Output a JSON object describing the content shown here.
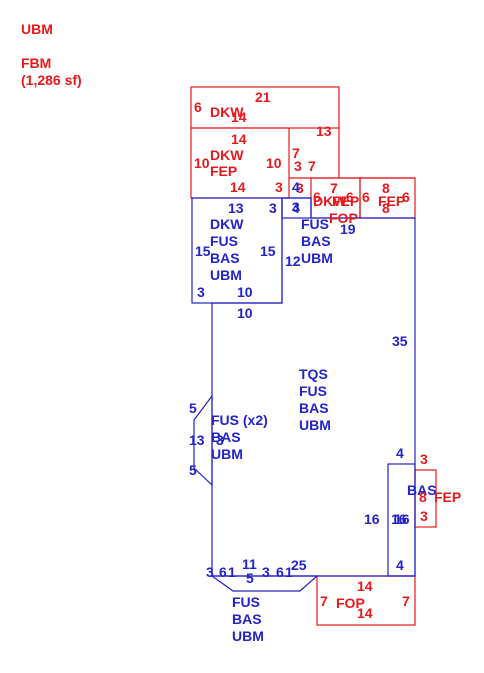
{
  "colors": {
    "red": "#e8191c",
    "blue": "#2323c8"
  },
  "legend": {
    "ubm": "UBM",
    "fbm": "FBM",
    "fbm_area": "(1,286 sf)"
  },
  "areas": {
    "dkw_top": "DKW",
    "dkw_fep": [
      "DKW",
      "FEP"
    ],
    "dkw_fus": [
      "DKW",
      "FUS",
      "BAS",
      "UBM"
    ],
    "dkw_small": "DKW",
    "fep_small": "FEP",
    "fop_small": "FOP",
    "fep_right": "FEP",
    "fus_bas_ubm_top": [
      "FUS",
      "BAS",
      "UBM"
    ],
    "main": [
      "TQS",
      "FUS",
      "BAS",
      "UBM"
    ],
    "bay": [
      "FUS (x2)",
      "BAS",
      "UBM"
    ],
    "bas_right": "BAS",
    "fep_side": "FEP",
    "bottom_bay": [
      "FUS",
      "BAS",
      "UBM"
    ],
    "fop_bottom": "FOP"
  },
  "dims": {
    "red": [
      "6",
      "21",
      "14",
      "13",
      "14",
      "10",
      "10",
      "7",
      "3",
      "7",
      "14",
      "3",
      "3",
      "7",
      "6",
      "6",
      "6",
      "8",
      "6",
      "8",
      "3",
      "8",
      "3",
      "14",
      "7",
      "7",
      "14"
    ],
    "blue": [
      "4",
      "3",
      "13",
      "3",
      "4",
      "19",
      "15",
      "15",
      "12",
      "3",
      "10",
      "10",
      "35",
      "5",
      "13",
      "3",
      "5",
      "4",
      "16",
      "16",
      "16",
      "4",
      "3",
      "6",
      "1",
      "11",
      "5",
      "3",
      "6",
      "1",
      "25"
    ]
  }
}
